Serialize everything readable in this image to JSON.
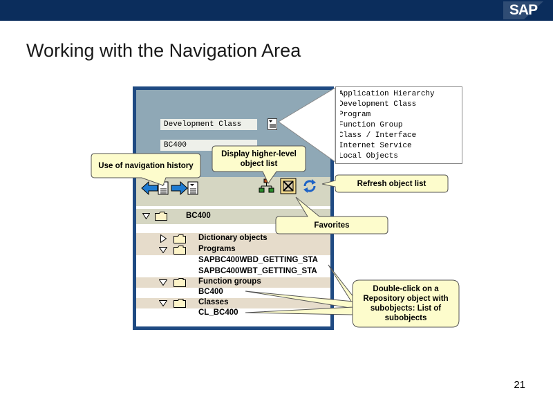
{
  "header": {
    "brand": "SAP"
  },
  "slide": {
    "title": "Working with the Navigation Area",
    "page_number": "21"
  },
  "window": {
    "dropdown_value": "Development Class",
    "object_field_value": "BC400",
    "tree": [
      {
        "label": "BC400",
        "state": "expanded"
      },
      {
        "label": "Dictionary objects",
        "state": "collapsed"
      },
      {
        "label": "Programs",
        "state": "expanded"
      },
      {
        "label": "SAPBC400WBD_GETTING_STA"
      },
      {
        "label": "SAPBC400WBT_GETTING_STA"
      },
      {
        "label": "Function groups",
        "state": "expanded"
      },
      {
        "label": "BC400"
      },
      {
        "label": "Classes",
        "state": "expanded"
      },
      {
        "label": "CL_BC400"
      }
    ]
  },
  "object_type_list": [
    "Application Hierarchy",
    "Development Class",
    "Program",
    "Function Group",
    "Class / Interface",
    "Internet Service",
    "Local Objects"
  ],
  "callouts": {
    "nav_history": "Use of navigation history",
    "higher_level": "Display higher-level object list",
    "refresh": "Refresh object list",
    "favorites": "Favorites",
    "double_click": "Double-click on a Repository object with subobjects: List of subobjects"
  },
  "colors": {
    "header_bar": "#0b2d5c",
    "window_frame": "#1f4a82",
    "callout_fill": "#fdfccc",
    "tree_shade": "#e6dccb"
  },
  "icons": [
    "back-arrow-icon",
    "forward-arrow-icon",
    "hierarchy-icon",
    "favorites-icon",
    "refresh-icon",
    "folder-icon",
    "expand-triangle-icon",
    "collapse-triangle-icon"
  ]
}
